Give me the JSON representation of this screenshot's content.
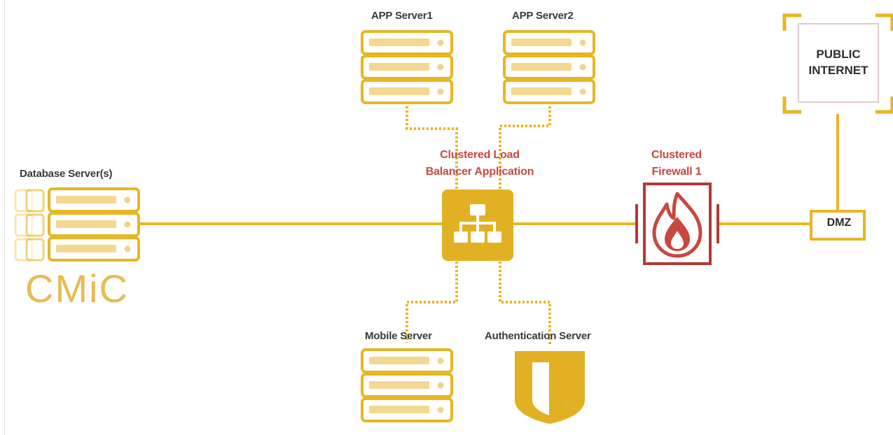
{
  "nodes": {
    "app_server_1": {
      "label": "APP Server1"
    },
    "app_server_2": {
      "label": "APP Server2"
    },
    "public_internet": {
      "line1": "PUBLIC",
      "line2": "INTERNET"
    },
    "load_balancer": {
      "line1": "Clustered Load",
      "line2": "Balancer Application"
    },
    "firewall": {
      "line1": "Clustered",
      "line2": "Firewall 1"
    },
    "database": {
      "label": "Database Server(s)"
    },
    "dmz": {
      "label": "DMZ"
    },
    "mobile_server": {
      "label": "Mobile Server"
    },
    "auth_server": {
      "label": "Authentication Server"
    }
  },
  "brand": {
    "logo_text": "CMiC"
  },
  "colors": {
    "gold": "#e8b622",
    "gold_light": "#f3d890",
    "gold_fill": "#e2b123",
    "firewall_red": "#c8473f",
    "firewall_border": "#b23a35"
  },
  "icons": {
    "server": "server-stack-icon",
    "network": "network-hierarchy-icon",
    "shield": "shield-icon",
    "fire": "fire-icon"
  }
}
